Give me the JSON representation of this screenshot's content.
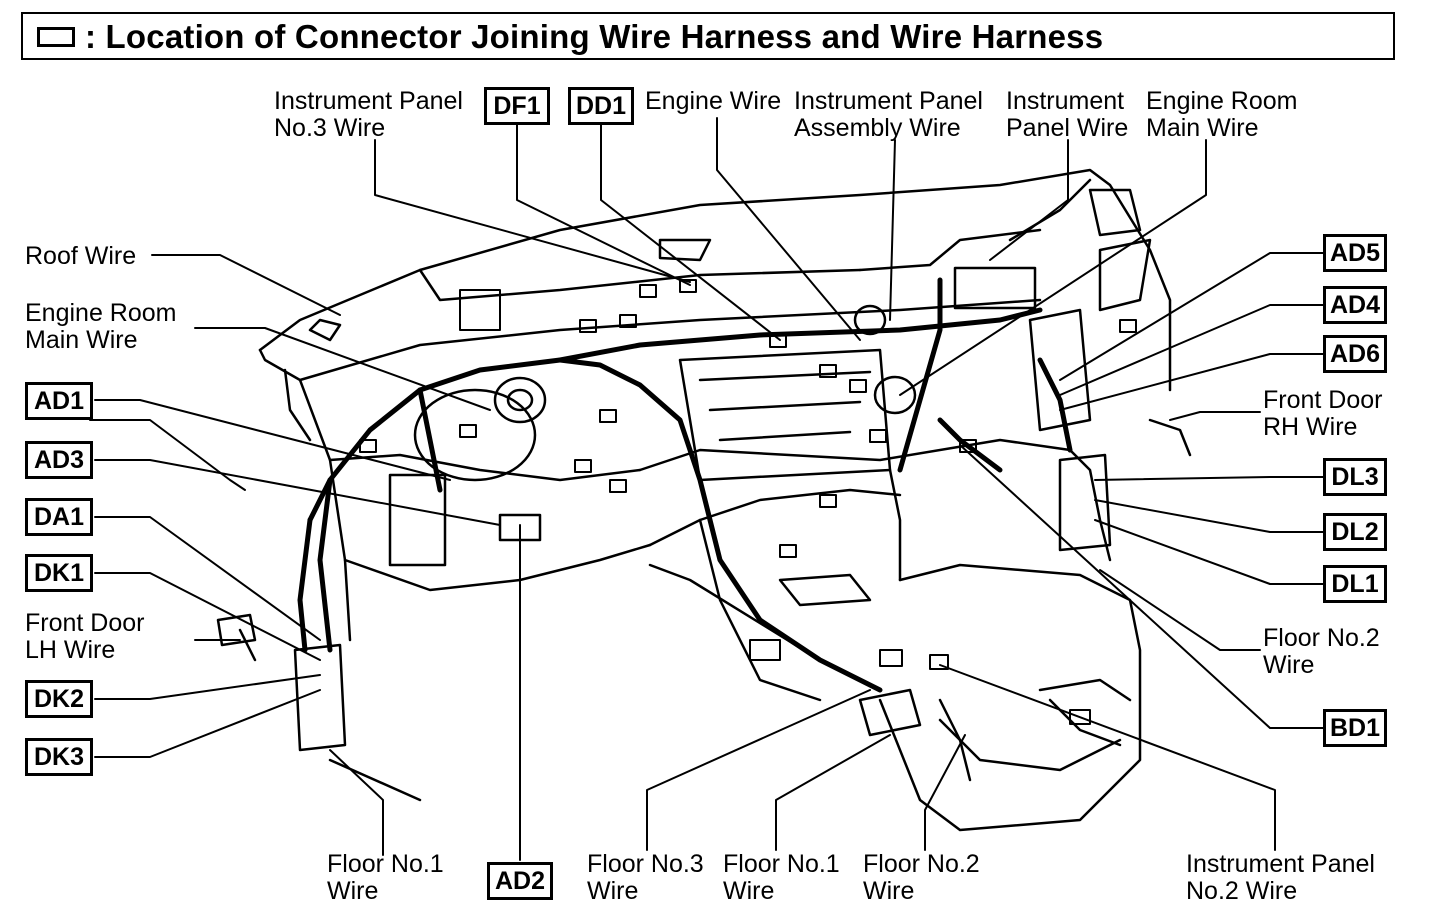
{
  "title": {
    "text": ": Location of Connector Joining Wire Harness and Wire Harness",
    "icon": "connector-box-icon"
  },
  "labels": {
    "instrument_panel_no3_wire": [
      "Instrument Panel",
      "No.3 Wire"
    ],
    "engine_wire": [
      "Engine Wire"
    ],
    "instrument_panel_assembly_wire": [
      "Instrument Panel",
      "Assembly Wire"
    ],
    "instrument_panel_wire": [
      "Instrument",
      "Panel Wire"
    ],
    "engine_room_main_wire_top": [
      "Engine Room",
      "Main Wire"
    ],
    "roof_wire": [
      "Roof Wire"
    ],
    "engine_room_main_wire_left": [
      "Engine Room",
      "Main Wire"
    ],
    "front_door_lh_wire": [
      "Front Door",
      "LH Wire"
    ],
    "front_door_rh_wire": [
      "Front Door",
      "RH Wire"
    ],
    "floor_no2_wire_right": [
      "Floor No.2",
      "Wire"
    ],
    "floor_no1_wire_left": [
      "Floor No.1",
      "Wire"
    ],
    "floor_no3_wire": [
      "Floor No.3",
      "Wire"
    ],
    "floor_no1_wire_bottom": [
      "Floor No.1",
      "Wire"
    ],
    "floor_no2_wire_bottom": [
      "Floor No.2",
      "Wire"
    ],
    "instrument_panel_no2_wire": [
      "Instrument Panel",
      "No.2 Wire"
    ]
  },
  "codes": {
    "df1": "DF1",
    "dd1": "DD1",
    "ad5": "AD5",
    "ad4": "AD4",
    "ad6": "AD6",
    "ad1": "AD1",
    "ad3": "AD3",
    "da1": "DA1",
    "dk1": "DK1",
    "dk2": "DK2",
    "dk3": "DK3",
    "ad2": "AD2",
    "dl3": "DL3",
    "dl2": "DL2",
    "dl1": "DL1",
    "bd1": "BD1"
  },
  "colors": {
    "line": "#000000",
    "background": "#ffffff"
  }
}
